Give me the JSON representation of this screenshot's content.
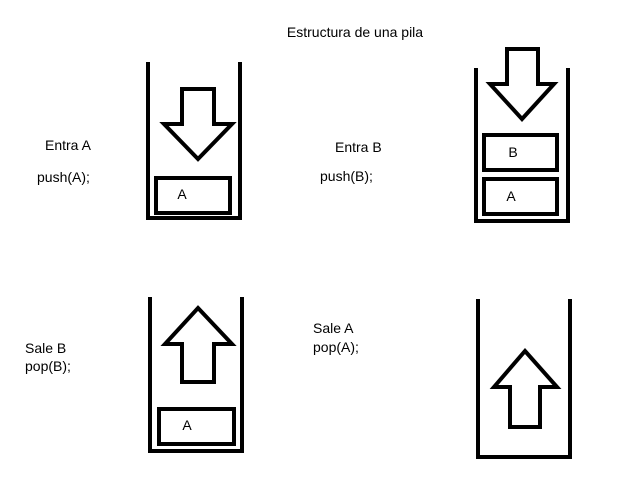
{
  "title": "Estructura de una pila",
  "panels": [
    {
      "id": "push-a",
      "caption": "Entra A",
      "code": "push(A);",
      "arrow": "down",
      "elements": [
        "A"
      ]
    },
    {
      "id": "push-b",
      "caption": "Entra B",
      "code": "push(B);",
      "arrow": "down",
      "elements": [
        "B",
        "A"
      ]
    },
    {
      "id": "pop-b",
      "caption": "Sale B",
      "code": "pop(B);",
      "arrow": "up",
      "elements": [
        "A"
      ]
    },
    {
      "id": "pop-a",
      "caption": "Sale A",
      "code": "pop(A);",
      "arrow": "up",
      "elements": []
    }
  ],
  "colors": {
    "stroke": "#000000",
    "background": "#ffffff"
  }
}
